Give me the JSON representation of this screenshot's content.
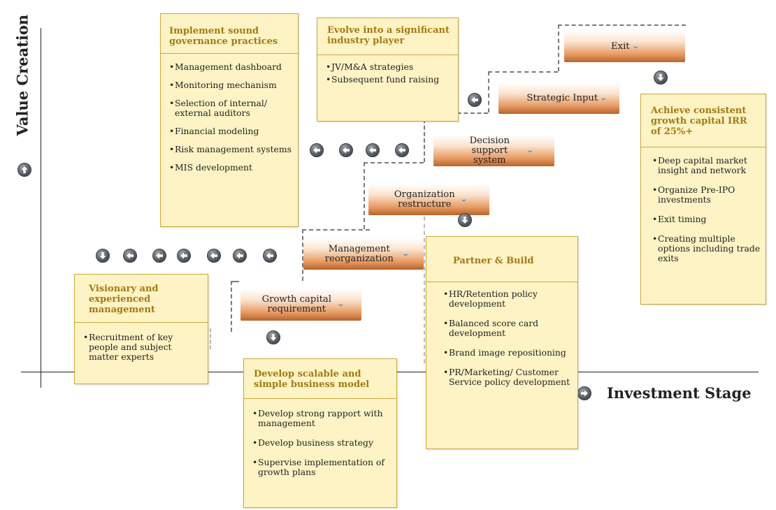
{
  "axes": {
    "y_title": "Value Creation",
    "x_title": "Investment Stage"
  },
  "stages": {
    "growth_capital": "Growth capital requirement",
    "management_reorg": "Management reorganization",
    "org_restructure": "Organization restructure",
    "decision_support": "Decision support system",
    "strategic_input": "Strategic Input",
    "exit": "Exit"
  },
  "boxes": {
    "visionary": {
      "title": "Visionary and experienced management",
      "items": [
        "Recruitment of key people and subject matter experts"
      ]
    },
    "governance": {
      "title": "Implement sound governance practices",
      "items": [
        "Management dashboard",
        "Monitoring  mechanism",
        "Selection of internal/ external auditors",
        "Financial modeling",
        "Risk management systems",
        "MIS development"
      ]
    },
    "industry": {
      "title": "Evolve into a significant industry player",
      "items": [
        "JV/M&A strategies",
        "Subsequent fund raising"
      ]
    },
    "scalable": {
      "title": "Develop scalable and simple business model",
      "items": [
        "Develop strong rapport with management",
        "Develop business strategy",
        "Supervise implementation of growth plans"
      ]
    },
    "partner": {
      "title": "Partner & Build",
      "items": [
        "HR/Retention policy development",
        "Balanced score card development",
        "Brand image repositioning",
        "PR/Marketing/ Customer Service policy development"
      ]
    },
    "achieve": {
      "title": "Achieve consistent growth capital IRR of 25%+",
      "items": [
        "Deep capital market insight and network",
        "Organize Pre-IPO investments",
        "Exit timing",
        "Creating multiple options including trade exits"
      ]
    }
  },
  "icons": {
    "arrow_up": "circle-arrow-up-icon",
    "arrow_right": "circle-arrow-right-icon",
    "arrow_left": "circle-arrow-left-icon",
    "arrow_down": "circle-arrow-down-icon",
    "chevron": "chevron-down-icon"
  },
  "colors": {
    "box_fill": "#fdf3c4",
    "box_border": "#c9a93e",
    "title_gold": "#a37a12",
    "stage_orange": "#e79a63",
    "chevron_blue": "#2f8fd6"
  }
}
